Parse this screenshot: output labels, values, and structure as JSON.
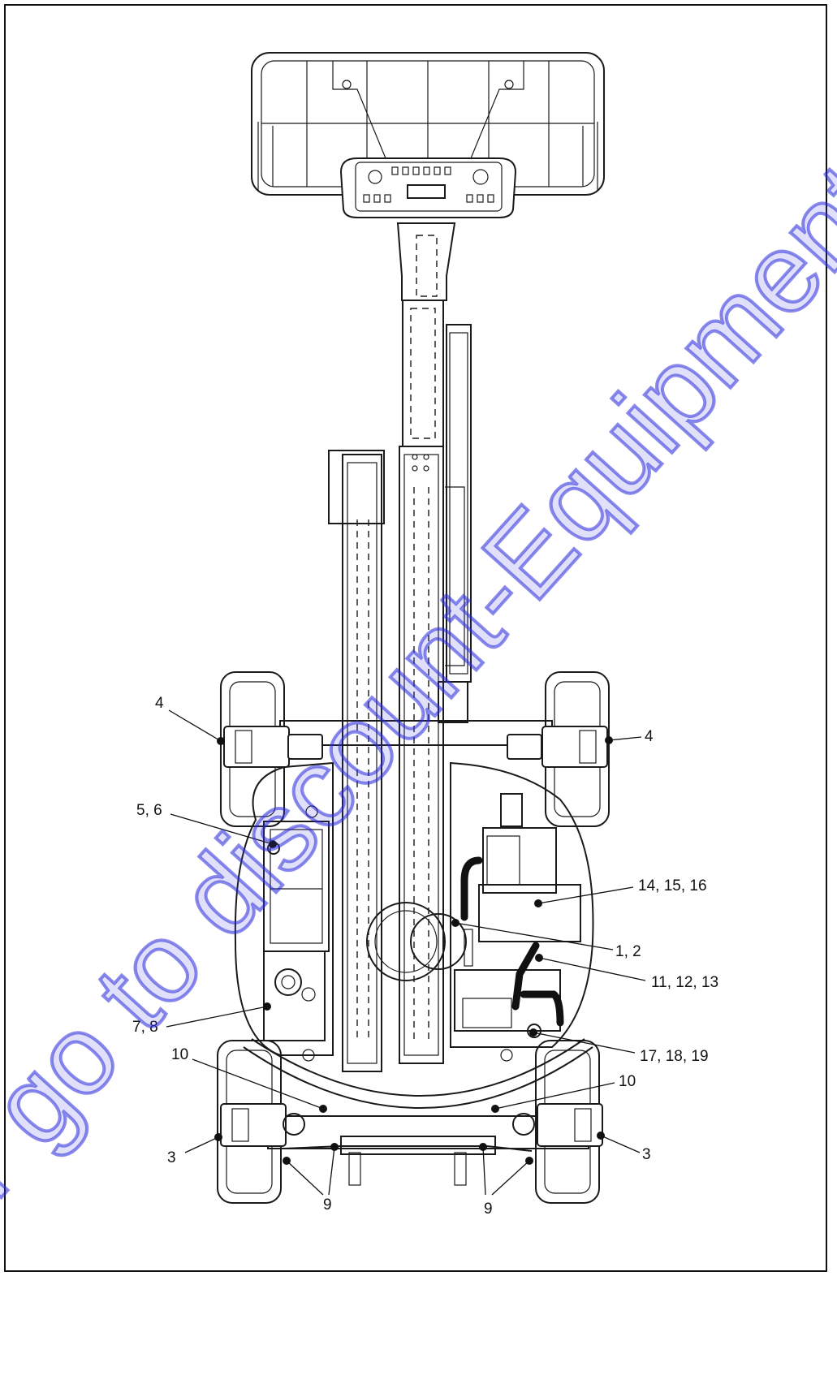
{
  "callouts": {
    "c4_left": "4",
    "c4_right": "4",
    "c5_6": "5, 6",
    "c14_15_16": "14, 15, 16",
    "c1_2": "1, 2",
    "c11_12_13": "11, 12, 13",
    "c7_8": "7, 8",
    "c17_18_19": "17, 18, 19",
    "c10_left": "10",
    "c10_right": "10",
    "c3_left": "3",
    "c3_right": "3",
    "c9_left": "9",
    "c9_right": "9"
  },
  "watermark": "order go to discount-Equipment.com",
  "colors": {
    "line": "#1a1a1a",
    "watermark": "#3c3ce6"
  }
}
